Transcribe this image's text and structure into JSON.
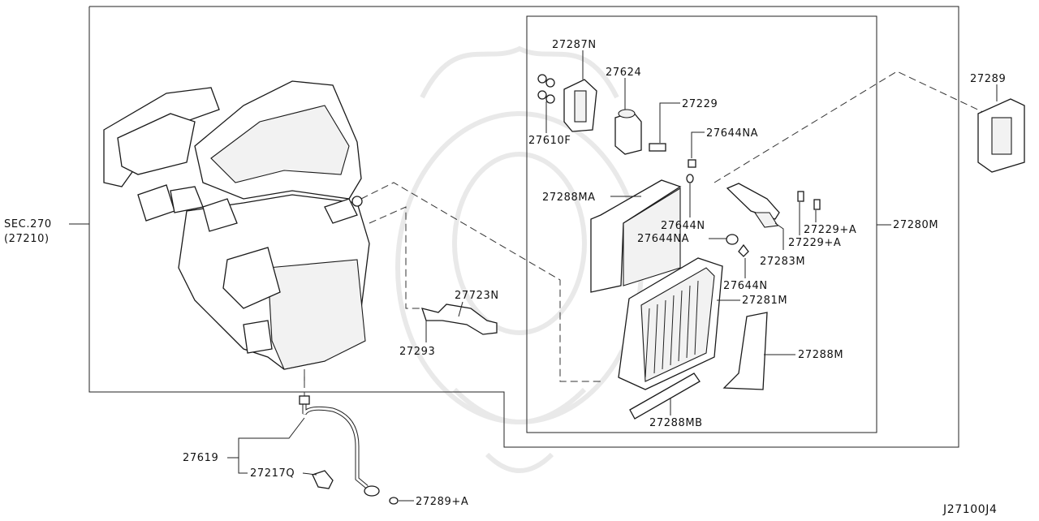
{
  "diagram_id": "J27100J4",
  "callouts": {
    "sec": "SEC.270",
    "sec_sub": "(27210)",
    "p27287N": "27287N",
    "p27624": "27624",
    "p27229": "27229",
    "p27610F": "27610F",
    "p27644NA_a": "27644NA",
    "p27288MA": "27288MA",
    "p27644N_a": "27644N",
    "p27644NA_b": "27644NA",
    "p27229A_a": "27229+A",
    "p27229A_b": "27229+A",
    "p27283M": "27283M",
    "p27644N_b": "27644N",
    "p27281M": "27281M",
    "p27280M": "27280M",
    "p27288M": "27288M",
    "p27288MB": "27288MB",
    "p27723N": "27723N",
    "p27293": "27293",
    "p27289": "27289",
    "p27619": "27619",
    "p27217Q": "27217Q",
    "p27289A": "27289+A"
  }
}
